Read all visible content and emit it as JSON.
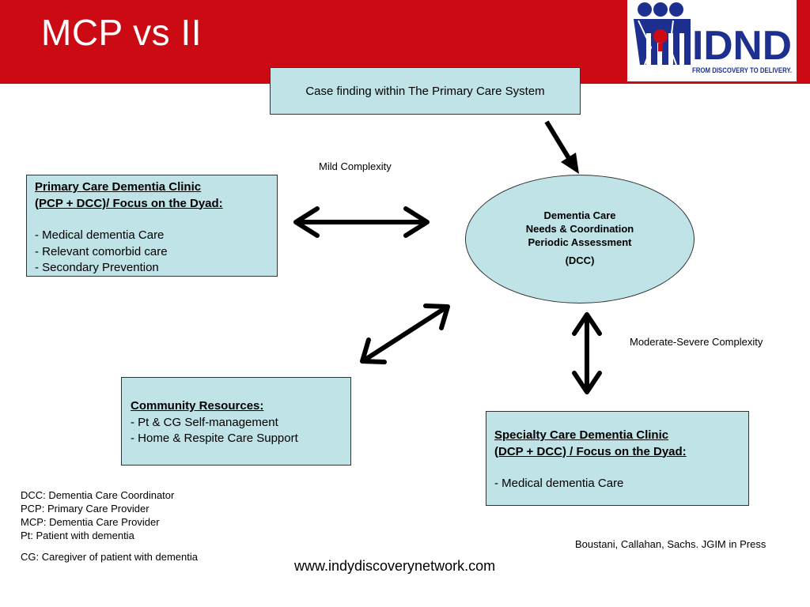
{
  "slide": {
    "title": "MCP vs II",
    "header_color": "#cc0a14",
    "box_color": "#bfe3e6"
  },
  "logo": {
    "text": "IDND",
    "tagline": "FROM DISCOVERY TO DELIVERY.",
    "color": "#1d2f8f"
  },
  "top_box": {
    "text": "Case finding within The Primary Care System"
  },
  "dcc_ellipse": {
    "line1": "Dementia Care",
    "line2": "Needs & Coordination",
    "line3": "Periodic Assessment",
    "line4": "(DCC)"
  },
  "primary_care": {
    "heading1": "Primary Care Dementia Clinic",
    "heading2": "(PCP + DCC)/ Focus on the Dyad:",
    "items": [
      "- Medical dementia Care",
      "- Relevant comorbid care",
      "- Secondary Prevention"
    ]
  },
  "community": {
    "heading": "Community Resources:",
    "items": [
      "- Pt & CG Self-management",
      "- Home & Respite Care Support"
    ]
  },
  "specialty": {
    "heading1": "Specialty Care Dementia Clinic",
    "heading2": "(DCP + DCC) / Focus on the Dyad:",
    "items": [
      "- Medical dementia Care"
    ]
  },
  "labels": {
    "mild": "Mild Complexity",
    "moderate": "Moderate-Severe Complexity"
  },
  "legend": [
    "DCC: Dementia Care Coordinator",
    "PCP: Primary Care Provider",
    "MCP: Dementia Care Provider",
    "Pt: Patient with dementia",
    "CG: Caregiver of patient with  dementia"
  ],
  "citation": "Boustani, Callahan, Sachs. JGIM in Press",
  "url": "www.indydiscoverynetwork.com"
}
